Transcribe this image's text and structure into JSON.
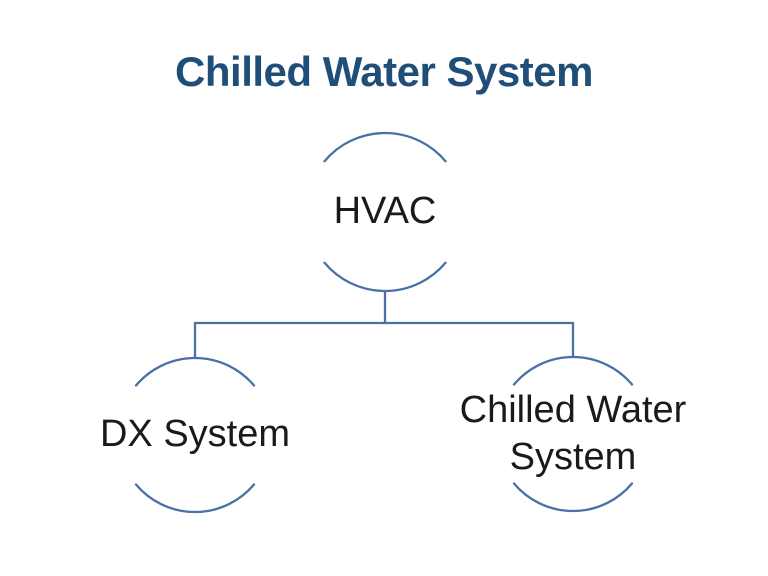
{
  "title": {
    "text": "Chilled Water System"
  },
  "colors": {
    "background": "#ffffff",
    "title": "#1f4e79",
    "shape_stroke": "#4a70a6",
    "node_text": "#1a1a1a"
  },
  "diagram": {
    "type": "hierarchy",
    "nodes": {
      "root": {
        "label": "HVAC"
      },
      "child_left": {
        "label": "DX System"
      },
      "child_right": {
        "label": "Chilled Water System"
      }
    },
    "edges": [
      {
        "from": "root",
        "to": "child_left"
      },
      {
        "from": "root",
        "to": "child_right"
      }
    ]
  }
}
